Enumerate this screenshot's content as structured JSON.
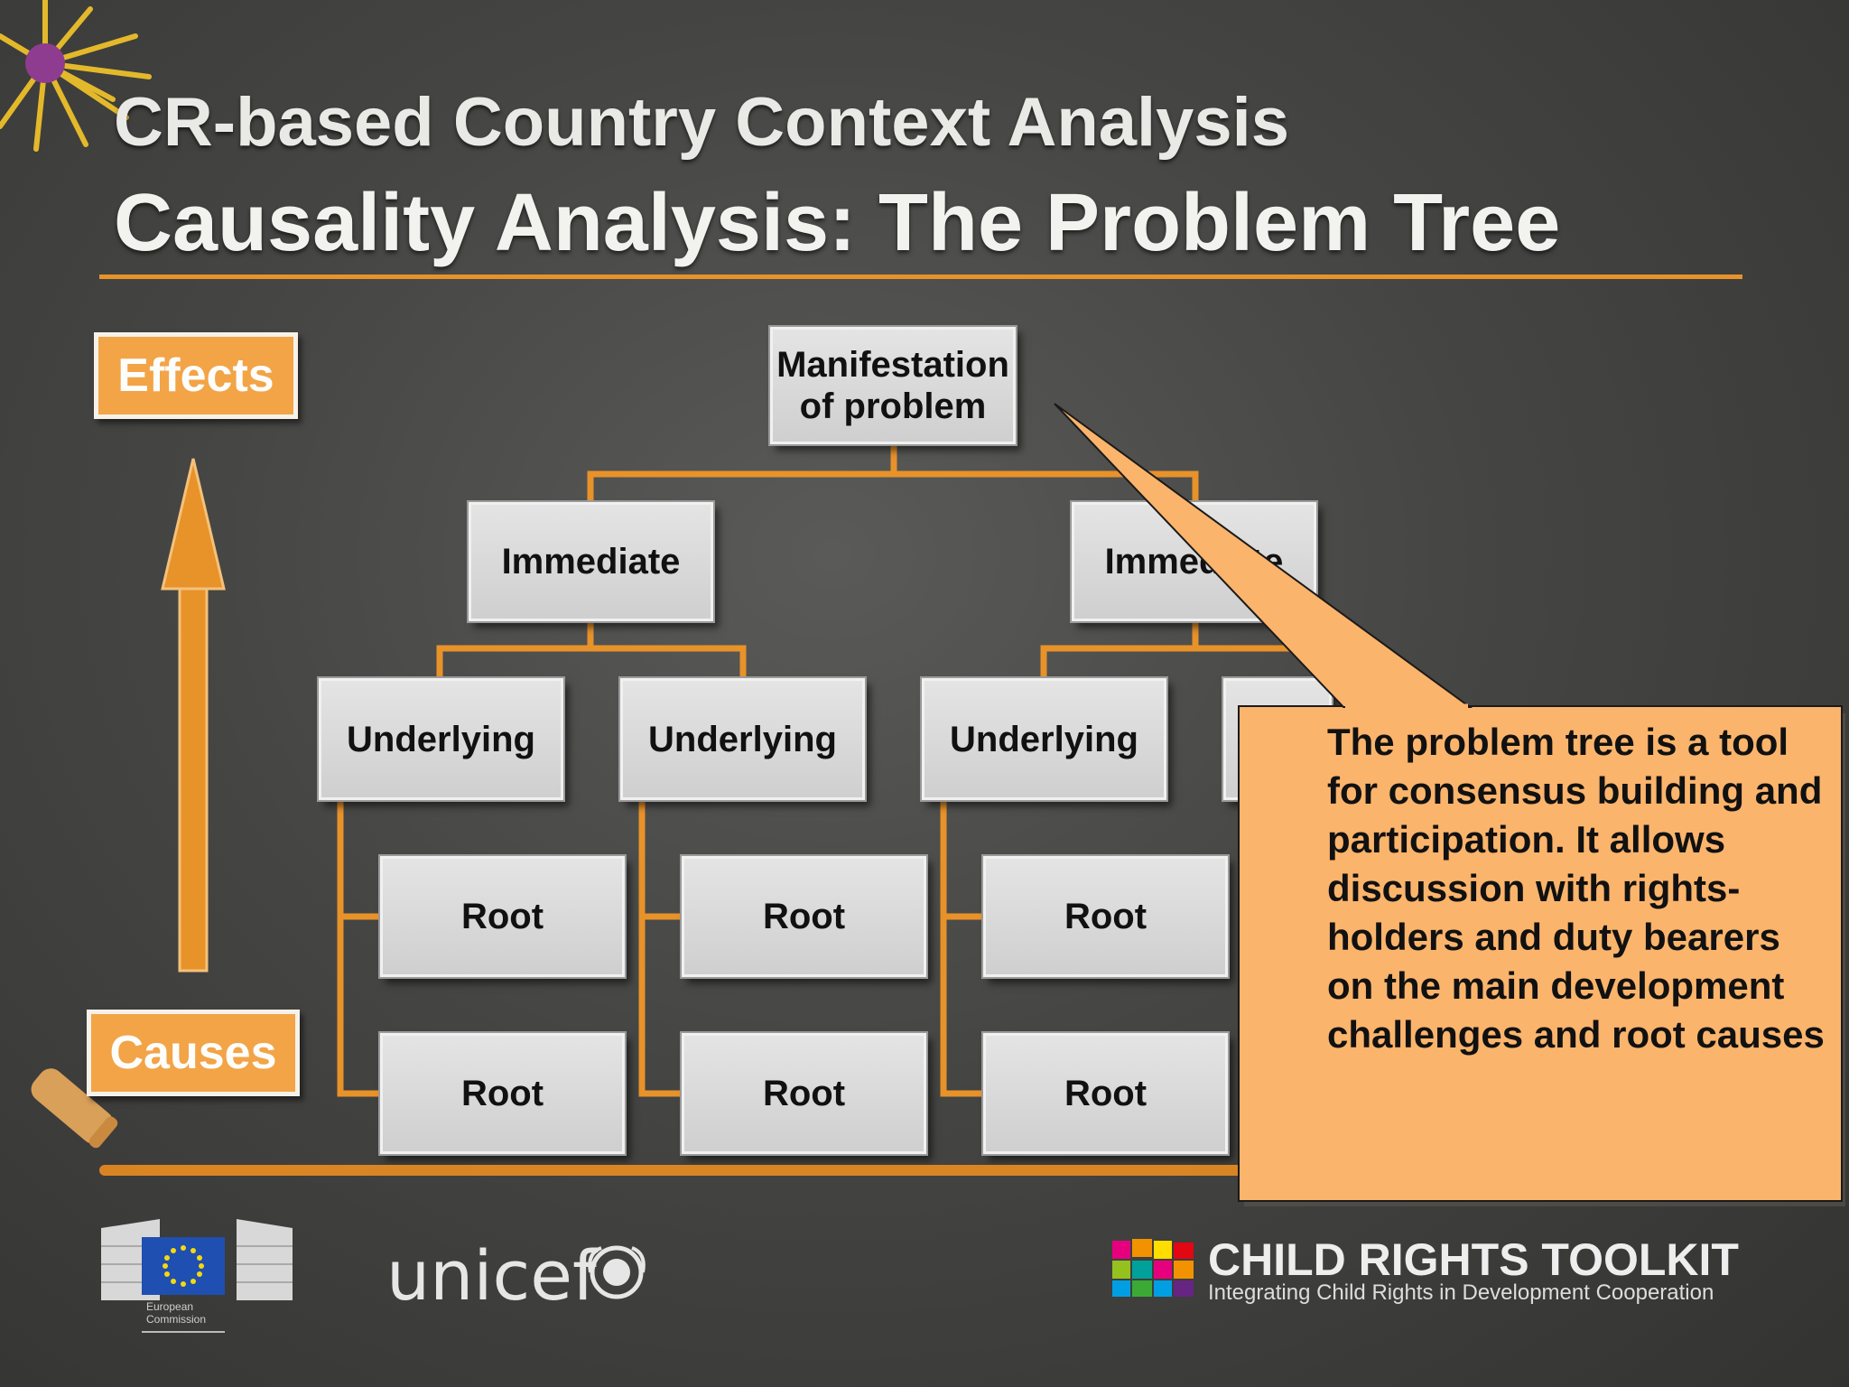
{
  "header": {
    "title": "CR-based Country Context Analysis",
    "subtitle": "Causality Analysis: The Problem Tree"
  },
  "axis": {
    "top_label": "Effects",
    "bottom_label": "Causes"
  },
  "tree": {
    "manifestation": "Manifestation of problem",
    "immediate": [
      "Immediate",
      "Immediate"
    ],
    "underlying": [
      "Underlying",
      "Underlying",
      "Underlying"
    ],
    "root": [
      "Root",
      "Root",
      "Root",
      "Root",
      "Root",
      "Root"
    ]
  },
  "callout": {
    "text": "The problem tree is a tool for consensus building and participation. It allows discussion with rights-holders and duty bearers on the main development challenges and root causes"
  },
  "footer": {
    "ec_label": "European Commission",
    "unicef": "unicef",
    "toolkit_title": "CHILD RIGHTS TOOLKIT",
    "toolkit_subtitle": "Integrating Child Rights in Development Cooperation"
  },
  "colors": {
    "accent": "#e8922a",
    "label_fill": "#f2a447",
    "callout_fill": "#fbb46c",
    "board": "#454543"
  }
}
